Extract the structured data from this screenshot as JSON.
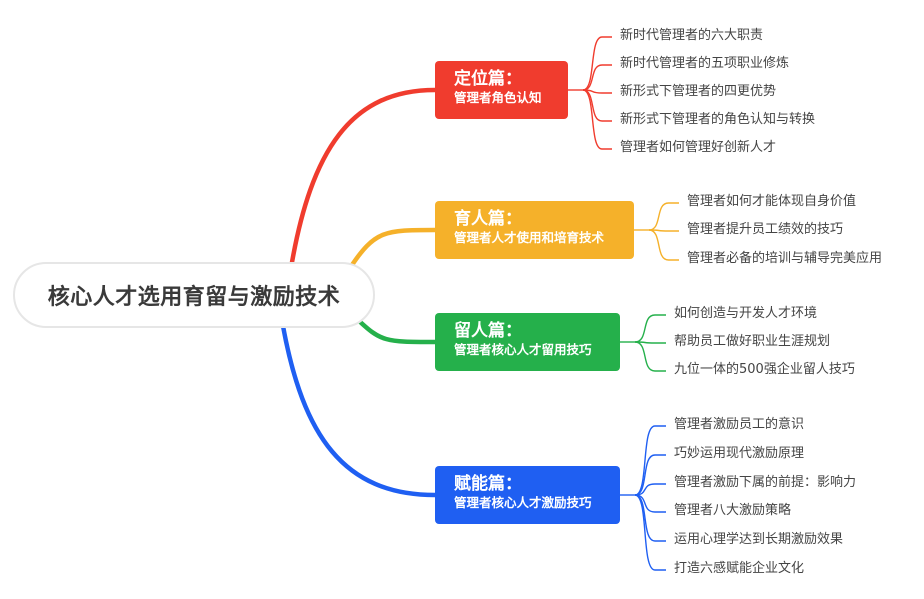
{
  "root": {
    "label": "核心人才选用育留与激励技术"
  },
  "branches": [
    {
      "title": "定位篇：",
      "subtitle": "管理者角色认知",
      "color": "#f03c2e",
      "items": [
        "新时代管理者的六大职责",
        "新时代管理者的五项职业修炼",
        "新形式下管理者的四更优势",
        "新形式下管理者的角色认知与转换",
        "管理者如何管理好创新人才"
      ]
    },
    {
      "title": "育人篇：",
      "subtitle": "管理者人才使用和培育技术",
      "color": "#f5b12a",
      "items": [
        "管理者如何才能体现自身价值",
        "管理者提升员工绩效的技巧",
        "管理者必备的培训与辅导完美应用"
      ]
    },
    {
      "title": "留人篇：",
      "subtitle": "管理者核心人才留用技巧",
      "color": "#25b04b",
      "items": [
        "如何创造与开发人才环境",
        "帮助员工做好职业生涯规划",
        "九位一体的500强企业留人技巧"
      ]
    },
    {
      "title": "赋能篇：",
      "subtitle": "管理者核心人才激励技巧",
      "color": "#1f5ff2",
      "items": [
        "管理者激励员工的意识",
        "巧妙运用现代激励原理",
        "管理者激励下属的前提：影响力",
        "管理者八大激励策略",
        "运用心理学达到长期激励效果",
        "打造六感赋能企业文化"
      ]
    }
  ]
}
